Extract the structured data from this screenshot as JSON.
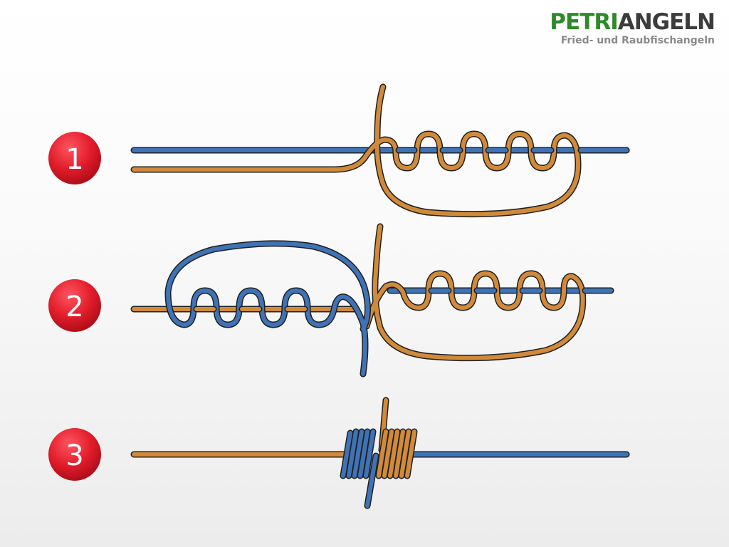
{
  "logo": {
    "brand_part1": "PETRI",
    "brand_part2": "ANGELN",
    "tagline": "Fried- und Raubfischangeln"
  },
  "steps": [
    {
      "number": "1"
    },
    {
      "number": "2"
    },
    {
      "number": "3"
    }
  ],
  "colors": {
    "line_blue": "#3f73b5",
    "line_orange": "#d18a3a",
    "outline": "#1f1f1f",
    "badge_red": "#e11c2a",
    "logo_green": "#2f8a2a",
    "logo_dark": "#3c3c3c",
    "logo_gray": "#8a8a8a"
  }
}
